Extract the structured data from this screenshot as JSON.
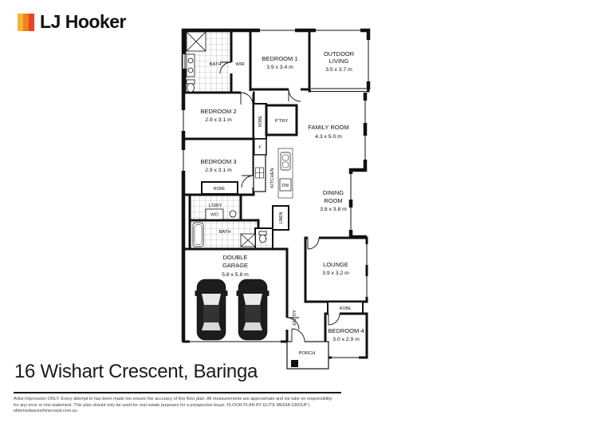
{
  "logo": {
    "brand": "LJ Hooker",
    "bar_colors": [
      "#F9B32F",
      "#F5801F",
      "#E8432E"
    ]
  },
  "address": "16 Wishart Crescent, Baringa",
  "disclaimer": {
    "line1": "Artist Impression ONLY. Every attempt to has been made too ensure the accuracy of this floor plan. All measurements are approximate and we take no responsibility",
    "line2": "for any error or mis-statement. This plan should only be used for real estate purposes for a prospective buyer. FLOOR PLAN BY ELITE MEDIA GROUP | elitemediasunshinecoast.com.au"
  },
  "plan": {
    "rooms": {
      "bath_ensuite": {
        "label": "BATH"
      },
      "wir": {
        "label": "WIR"
      },
      "bedroom1": {
        "label": "BEDROOM 1",
        "dims": "3.9 x 3.4 m"
      },
      "outdoor_living": {
        "line1": "OUTDOOR",
        "line2": "LIVING",
        "dims": "3.5 x 3.7 m"
      },
      "bedroom2": {
        "label": "BEDROOM 2",
        "dims": "2.9 x 3.1 m"
      },
      "robe2": {
        "label": "ROBE"
      },
      "pantry": {
        "label": "P'TRY"
      },
      "fridge": {
        "label": "F"
      },
      "family_room": {
        "label": "FAMILY ROOM",
        "dims": "4.3 x 5.0 m"
      },
      "bedroom3": {
        "label": "BEDROOM 3",
        "dims": "2.9 x 3.1 m"
      },
      "kitchen": {
        "label": "KITCHEN"
      },
      "dishwasher": {
        "label": "DW"
      },
      "dining_room": {
        "line1": "DINING",
        "line2": "ROOM",
        "dims": "3.8 x 3.8 m"
      },
      "robe3": {
        "label": "ROBE"
      },
      "laundry": {
        "label": "L'DRY"
      },
      "washer_dryer": {
        "label": "W/D"
      },
      "bath_main": {
        "label": "BATH"
      },
      "linen": {
        "label": "LINEN"
      },
      "garage": {
        "line1": "DOUBLE",
        "line2": "GARAGE",
        "dims": "5.8 x 5.8 m"
      },
      "entry": {
        "label": "ENTRY"
      },
      "lounge": {
        "label": "LOUNGE",
        "dims": "3.9 x 3.2 m"
      },
      "robe4": {
        "label": "ROBE"
      },
      "bedroom4": {
        "label": "BEDROOM 4",
        "dims": "3.0 x 2.9 m"
      },
      "porch": {
        "label": "PORCH"
      }
    }
  }
}
